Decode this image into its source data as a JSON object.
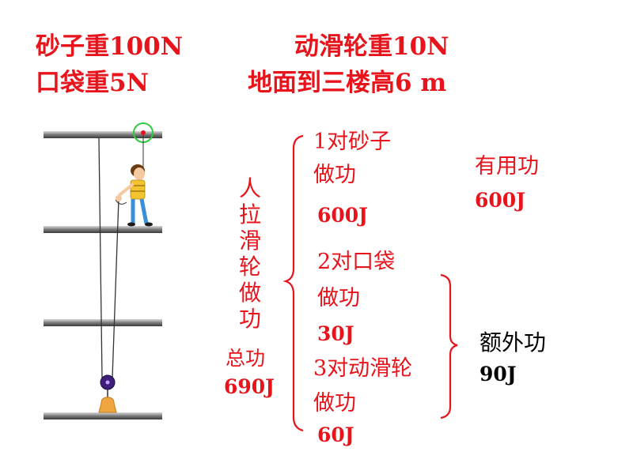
{
  "given": {
    "sand_weight": "砂子重100N",
    "pulley_weight": "动滑轮重10N",
    "bag_weight": "口袋重5N",
    "height": "地面到三楼高6 m"
  },
  "total": {
    "vertical_label": [
      "人",
      "拉",
      "滑",
      "轮",
      "做",
      "功"
    ],
    "label": "总功",
    "value": "690J"
  },
  "items": [
    {
      "line1": "1对砂子",
      "line2": "做功",
      "value": "600J"
    },
    {
      "line1": "2对口袋",
      "line2": "做功",
      "value": "30J"
    },
    {
      "line1": "3对动滑轮",
      "line2": "做功",
      "value": "60J"
    }
  ],
  "useful": {
    "label": "有用功",
    "value": "600J"
  },
  "extra": {
    "label": "额外功",
    "value": "90J"
  },
  "colors": {
    "text_red": "#e8141c",
    "text_black": "#000000",
    "floor_gray": "#8c8c8c"
  }
}
